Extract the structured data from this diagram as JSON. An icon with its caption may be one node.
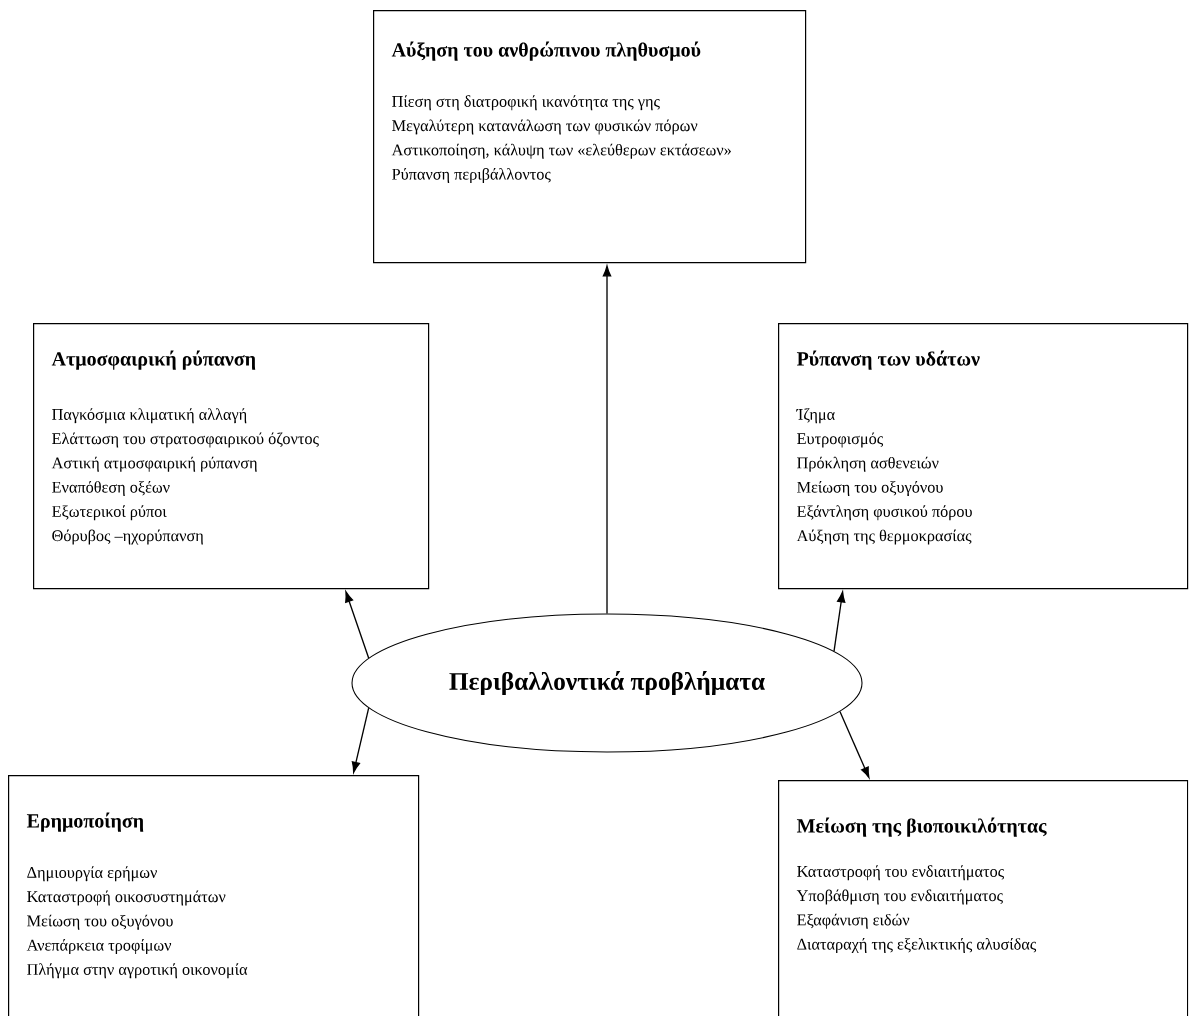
{
  "diagram": {
    "nodes": [
      {
        "text": [
          "Περιβαλλοντικά προβλήματα"
        ]
      },
      {
        "text": [
          "Αύξηση του ανθρώπινου πληθυσμού",
          "Πίεση στη διατροφική ικανότητα της γης",
          "Μεγαλύτερη κατανάλωση των φυσικών πόρων",
          "Αστικοποίηση, κάλυψη των «ελεύθερων εκτάσεων»",
          "Ρύπανση περιβάλλοντος"
        ]
      },
      {
        "text": [
          "Ατμοσφαιρική ρύπανση",
          "Παγκόσμια κλιματική αλλαγή",
          "Ελάττωση του στρατοσφαιρικού όζοντος",
          "Αστική ατμοσφαιρική ρύπανση",
          "Εναπόθεση οξέων",
          "Εξωτερικοί ρύποι",
          "Θόρυβος –ηχορύπανση"
        ]
      },
      {
        "text": [
          "Ρύπανση των υδάτων",
          "Ίζημα",
          "Ευτροφισμός",
          "Πρόκληση ασθενειών",
          "Μείωση του οξυγόνου",
          "Εξάντληση φυσικού πόρου",
          "Αύξηση της θερμοκρασίας"
        ]
      },
      {
        "text": [
          "Ερημοποίηση",
          "Δημιουργία ερήμων",
          "Καταστροφή οικοσυστημάτων",
          "Μείωση του οξυγόνου",
          "Ανεπάρκεια τροφίμων",
          "Πλήγμα στην αγροτική οικονομία"
        ]
      },
      {
        "text": [
          "Μείωση της βιοποικιλότητας",
          "Καταστροφή του ενδιαιτήματος",
          "Υποβάθμιση του  ενδιαιτήματος",
          "Εξαφάνιση ειδών",
          "Διαταραχή της εξελικτικής αλυσίδας"
        ]
      }
    ],
    "edges": [
      {
        "from": 0,
        "to": 1,
        "arrow": "to"
      },
      {
        "from": 0,
        "to": 2,
        "arrow": "to"
      },
      {
        "from": 0,
        "to": 3,
        "arrow": "to"
      },
      {
        "from": 0,
        "to": 4,
        "arrow": "to"
      },
      {
        "from": 0,
        "to": 5,
        "arrow": "to"
      }
    ]
  }
}
